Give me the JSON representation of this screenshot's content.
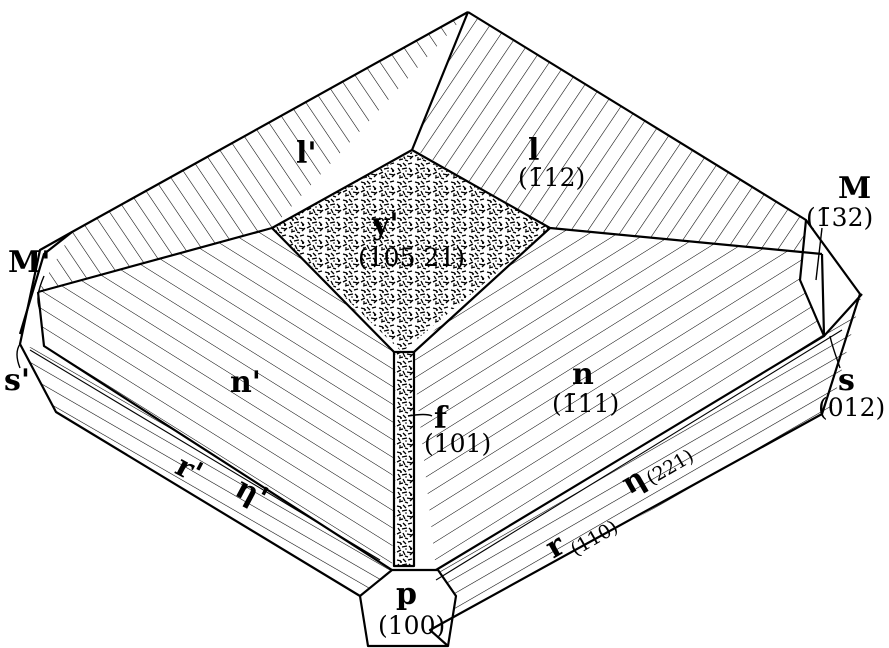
{
  "colors": {
    "ink": "#000000",
    "paper": "#ffffff",
    "texture": "#bdbdbd"
  },
  "faces": {
    "l_prime": {
      "letter": "l'"
    },
    "l": {
      "letter": "l",
      "index": "(1̄12)"
    },
    "y_prime": {
      "letter": "y'",
      "index": "(105 21)"
    },
    "M": {
      "letter": "M",
      "index": "(1̄32)"
    },
    "M_prime": {
      "letter": "M'"
    },
    "n_prime": {
      "letter": "n'"
    },
    "n": {
      "letter": "n",
      "index": "(1̄11)"
    },
    "s_prime": {
      "letter": "s'"
    },
    "s": {
      "letter": "s",
      "index": "(012)"
    },
    "f": {
      "letter": "f",
      "index": "(101)"
    },
    "r_prime": {
      "letter": "r'"
    },
    "eta_prime": {
      "letter": "η'"
    },
    "r": {
      "letter": "r",
      "index": "(110)"
    },
    "eta": {
      "letter": "η",
      "index": "(221)"
    },
    "p": {
      "letter": "p",
      "index": "(100)"
    }
  }
}
